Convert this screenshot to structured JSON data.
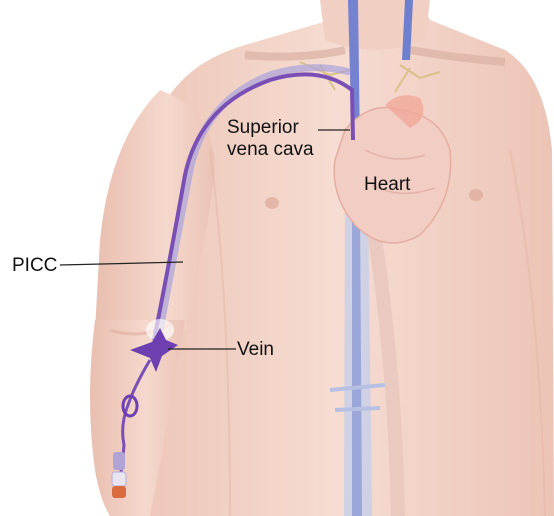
{
  "labels": {
    "superior_vena_cava_line1": "Superior",
    "superior_vena_cava_line2": "vena cava",
    "heart": "Heart",
    "picc": "PICC",
    "vein": "Vein"
  },
  "colors": {
    "skin": "#f2d3c8",
    "skin_shadow": "#e6bcae",
    "catheter": "#7a4fb5",
    "vein": "#8e88d6",
    "vena_cava": "#6f7fd0",
    "heart": "#f0cfc6",
    "leader_line": "#222222"
  }
}
